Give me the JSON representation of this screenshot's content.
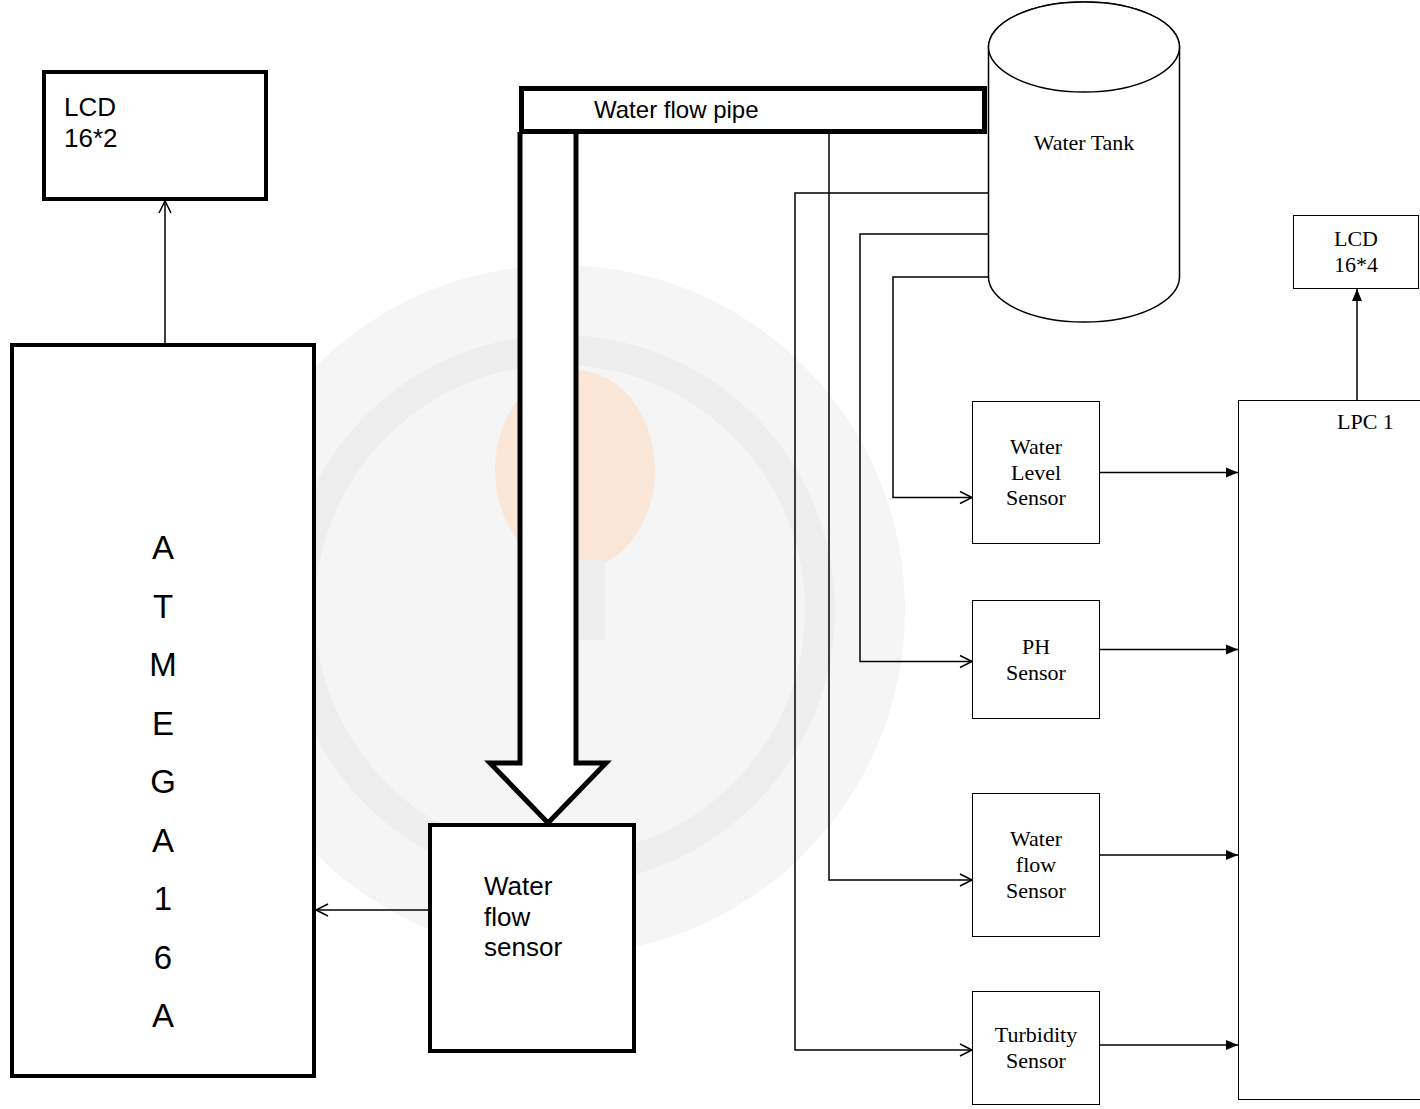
{
  "diagram": {
    "nodes": [
      {
        "text": [
          "LCD 16*2"
        ]
      },
      {
        "text": [
          "Water flow pipe"
        ]
      },
      {
        "text": [
          "Water Tank"
        ]
      },
      {
        "text": [
          "LCD 16*4"
        ]
      },
      {
        "text": [
          "ATMEGA16A"
        ]
      },
      {
        "text": [
          "Water Level Sensor"
        ]
      },
      {
        "text": [
          "LPC 1"
        ]
      },
      {
        "text": [
          "PH Sensor"
        ]
      },
      {
        "text": [
          "Water flow sensor"
        ]
      },
      {
        "text": [
          "Water flow Sensor"
        ]
      },
      {
        "text": [
          "Turbidity Sensor"
        ]
      }
    ],
    "edges": [
      {
        "from": 4,
        "to": 0,
        "arrow": "to"
      },
      {
        "from": 1,
        "to": 8,
        "arrow": "to"
      },
      {
        "from": 8,
        "to": 4,
        "arrow": "to"
      },
      {
        "from": 2,
        "to": 5,
        "arrow": "to"
      },
      {
        "from": 2,
        "to": 7,
        "arrow": "to"
      },
      {
        "from": 1,
        "to": 9,
        "arrow": "to"
      },
      {
        "from": 2,
        "to": 10,
        "arrow": "to"
      },
      {
        "from": 5,
        "to": 6,
        "arrow": "to"
      },
      {
        "from": 7,
        "to": 6,
        "arrow": "to"
      },
      {
        "from": 9,
        "to": 6,
        "arrow": "to"
      },
      {
        "from": 10,
        "to": 6,
        "arrow": "to"
      },
      {
        "from": 6,
        "to": 3,
        "arrow": "to"
      }
    ]
  }
}
